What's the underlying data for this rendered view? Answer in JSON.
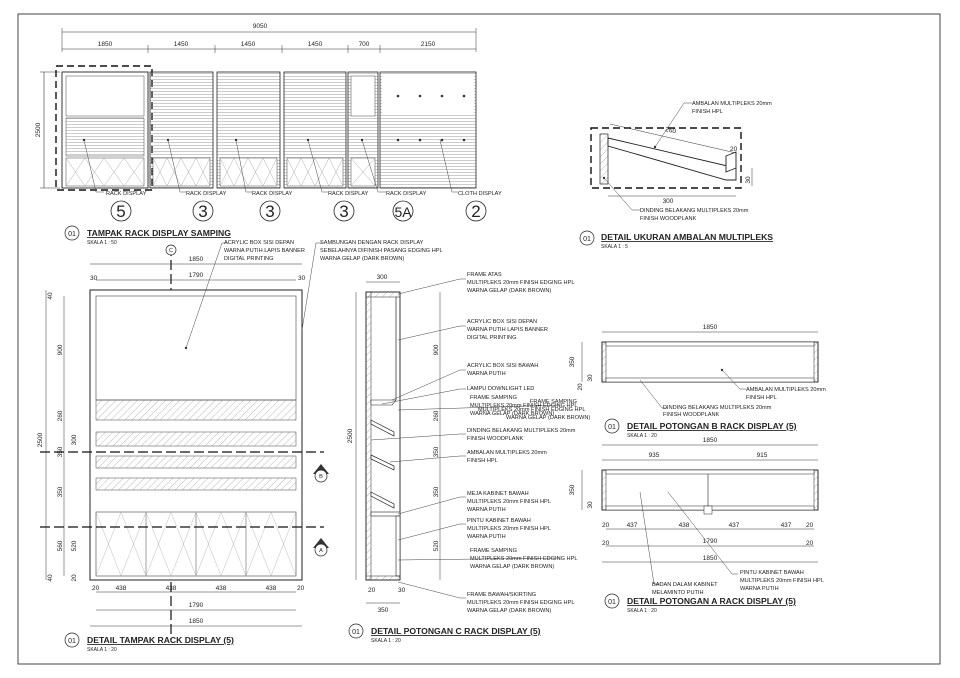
{
  "side_view": {
    "total": "9050",
    "segments": [
      "1850",
      "1450",
      "1450",
      "1450",
      "700",
      "2150"
    ],
    "height": "2500",
    "labels": [
      "RACK DISPLAY",
      "RACK DISPLAY",
      "RACK DISPLAY",
      "RACK DISPLAY",
      "RACK DISPLAY",
      "CLOTH DISPLAY"
    ],
    "codes": [
      "5",
      "3",
      "3",
      "3",
      "5A",
      "2"
    ],
    "title_no": "01",
    "title": "TAMPAK RACK DISPLAY SAMPING",
    "scale": "SKALA    1 : 50"
  },
  "shelf_detail": {
    "note1": [
      "AMBALAN MULTIPLEKS 20mm",
      "FINISH HPL"
    ],
    "dim_slant": "260",
    "dim_width": "300",
    "dim_height": "30",
    "dim_small": "20",
    "note2": [
      "DINDING BELAKANG MULTIPLEKS 20mm",
      "FINISH WOODPLANK"
    ],
    "title_no": "01",
    "title": "DETAIL UKURAN AMBALAN MULTIPLEKS",
    "scale": "SKALA    1 : 5"
  },
  "front_view": {
    "dim_top": "1850",
    "dim_inner": "1790",
    "dim_side": "30",
    "left_dims": [
      "900",
      "260",
      "350",
      "350",
      "560"
    ],
    "left_inner": [
      "300",
      "520"
    ],
    "total_h": "2500",
    "small": [
      "40",
      "20"
    ],
    "bottom_dims": [
      "438",
      "438",
      "438",
      "438"
    ],
    "dim_bottom_inner": "1790",
    "dim_bottom": "1850",
    "note_acrylic": [
      "ACRYLIC BOX SISI DEPAN",
      "WARNA PUTIH LAPIS BANNER",
      "DIGITAL PRINTING"
    ],
    "note_join": [
      "SAMBUNGAN DENGAN RACK DISPLAY",
      "SEBELAHNYA DIFINISH PASANG EDGING HPL",
      "WARNA GELAP (DARK BROWN)"
    ],
    "sec_c": "C",
    "sec_b": "B",
    "sec_a": "A",
    "title_no": "01",
    "title": "DETAIL TAMPAK RACK DISPLAY (5)",
    "scale": "SKALA    1 : 20"
  },
  "section_c": {
    "dim_top": "300",
    "dim_bottom": "350",
    "small": [
      "20",
      "30"
    ],
    "right_dims": [
      "900",
      "260",
      "350",
      "350",
      "520"
    ],
    "total_h": "2500",
    "notes": [
      [
        "FRAME ATAS",
        "MULTIPLEKS 20mm FINISH EDGING HPL",
        "WARNA GELAP (DARK BROWN)"
      ],
      [
        "ACRYLIC BOX SISI DEPAN",
        "WARNA PUTIH LAPIS BANNER",
        "DIGITAL PRINTING"
      ],
      [
        "ACRYLIC BOX SISI BAWAH",
        "WARNA PUTIH"
      ],
      [
        "LAMPU DOWNLIGHT LED"
      ],
      [
        "FRAME SAMPING",
        "MULTIPLEKS 20mm FINISH EDGING HPL",
        "WARNA GELAP (DARK BROWN)"
      ],
      [
        "DINDING BELAKANG MULTIPLEKS 20mm",
        "FINISH WOODPLANK"
      ],
      [
        "AMBALAN MULTIPLEKS 20mm",
        "FINISH HPL"
      ],
      [
        "MEJA KABINET BAWAH",
        "MULTIPLEKS 20mm FINISH HPL",
        "WARNA PUTIH"
      ],
      [
        "PINTU KABINET BAWAH",
        "MULTIPLEKS 20mm FINISH HPL",
        "WARNA PUTIH"
      ],
      [
        "FRAME SAMPING",
        "MULTIPLEKS 20mm FINISH EDGING HPL",
        "WARNA GELAP (DARK BROWN)"
      ],
      [
        "FRAME BAWAH/SKIRTING",
        "MULTIPLEKS 20mm FINISH EDGING HPL",
        "WARNA GELAP (DARK BROWN)"
      ]
    ],
    "title_no": "01",
    "title": "DETAIL POTONGAN C RACK DISPLAY (5)",
    "scale": "SKALA    1 : 20"
  },
  "section_b": {
    "dim_top": "1850",
    "dims_left": [
      "350",
      "30",
      "20"
    ],
    "note1": [
      "AMBALAN MULTIPLEKS 20mm",
      "FINISH HPL"
    ],
    "note2": [
      "DINDING BELAKANG MULTIPLEKS 20mm",
      "FINISH WOODPLANK"
    ],
    "note3": [
      "FRAME SAMPING",
      "MULTIPLEKS 20mm FINISH EDGING HPL",
      "WARNA GELAP (DARK BROWN)"
    ],
    "title_no": "01",
    "title": "DETAIL POTONGAN B RACK DISPLAY (5)",
    "scale": "SKALA    1 : 20"
  },
  "section_a": {
    "dim_top": "1850",
    "dim_halves": [
      "935",
      "915"
    ],
    "dims_left": [
      "350",
      "30"
    ],
    "bottom_dims": [
      "437",
      "438",
      "437",
      "437"
    ],
    "small": [
      "20",
      "20",
      "20",
      "20"
    ],
    "dim_inner": "1790",
    "dim_total": "1850",
    "note1": [
      "PINTU KABINET BAWAH",
      "MULTIPLEKS 20mm FINISH HPL",
      "WARNA PUTIH"
    ],
    "note2": [
      "BADAN DALAM KABINET",
      "MELAMINTO PUTIH"
    ],
    "title_no": "01",
    "title": "DETAIL POTONGAN A RACK DISPLAY (5)",
    "scale": "SKALA    1 : 20"
  }
}
